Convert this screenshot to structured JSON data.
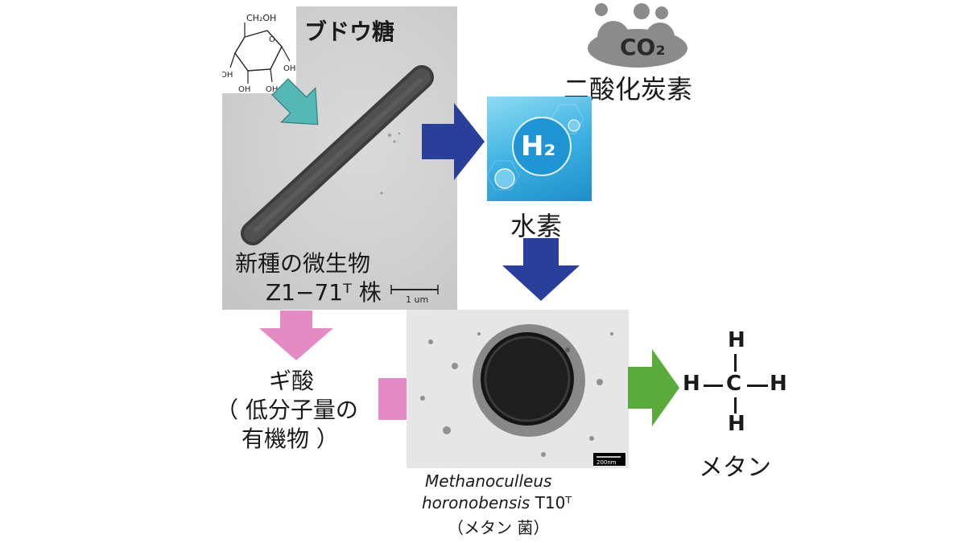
{
  "glucose": {
    "label": "ブドウ糖",
    "formula_labels": [
      "CH₂OH",
      "OH",
      "OH",
      "OH",
      "OH",
      "O"
    ]
  },
  "co2": {
    "badge": "CO₂",
    "label": "二酸化炭素"
  },
  "hydrogen": {
    "badge": "H₂",
    "label": "水素"
  },
  "microbe": {
    "line1": "新種の微生物",
    "line2": "Z1−71ᵀ 株",
    "scale_bar": "1 um"
  },
  "formic_acid": {
    "line1": "ギ酸",
    "line2": "（ 低分子量の",
    "line3": "有機物 ）"
  },
  "methanogen": {
    "line1": "Methanoculleus",
    "line2_italic": "horonobensis",
    "line2_strain": " T10ᵀ",
    "line3": "（メタン 菌）",
    "scale_bar": "200nm"
  },
  "methane": {
    "label": "メタン",
    "atoms": {
      "top": "H",
      "left": "H",
      "center": "C",
      "right": "H",
      "bottom": "H"
    }
  },
  "colors": {
    "arrow_blue": "#2a3f9a",
    "arrow_teal": "#56b8b5",
    "arrow_pink": "#e58bc3",
    "arrow_green": "#5aab3b",
    "cloud_gray": "#8b8b8b"
  }
}
